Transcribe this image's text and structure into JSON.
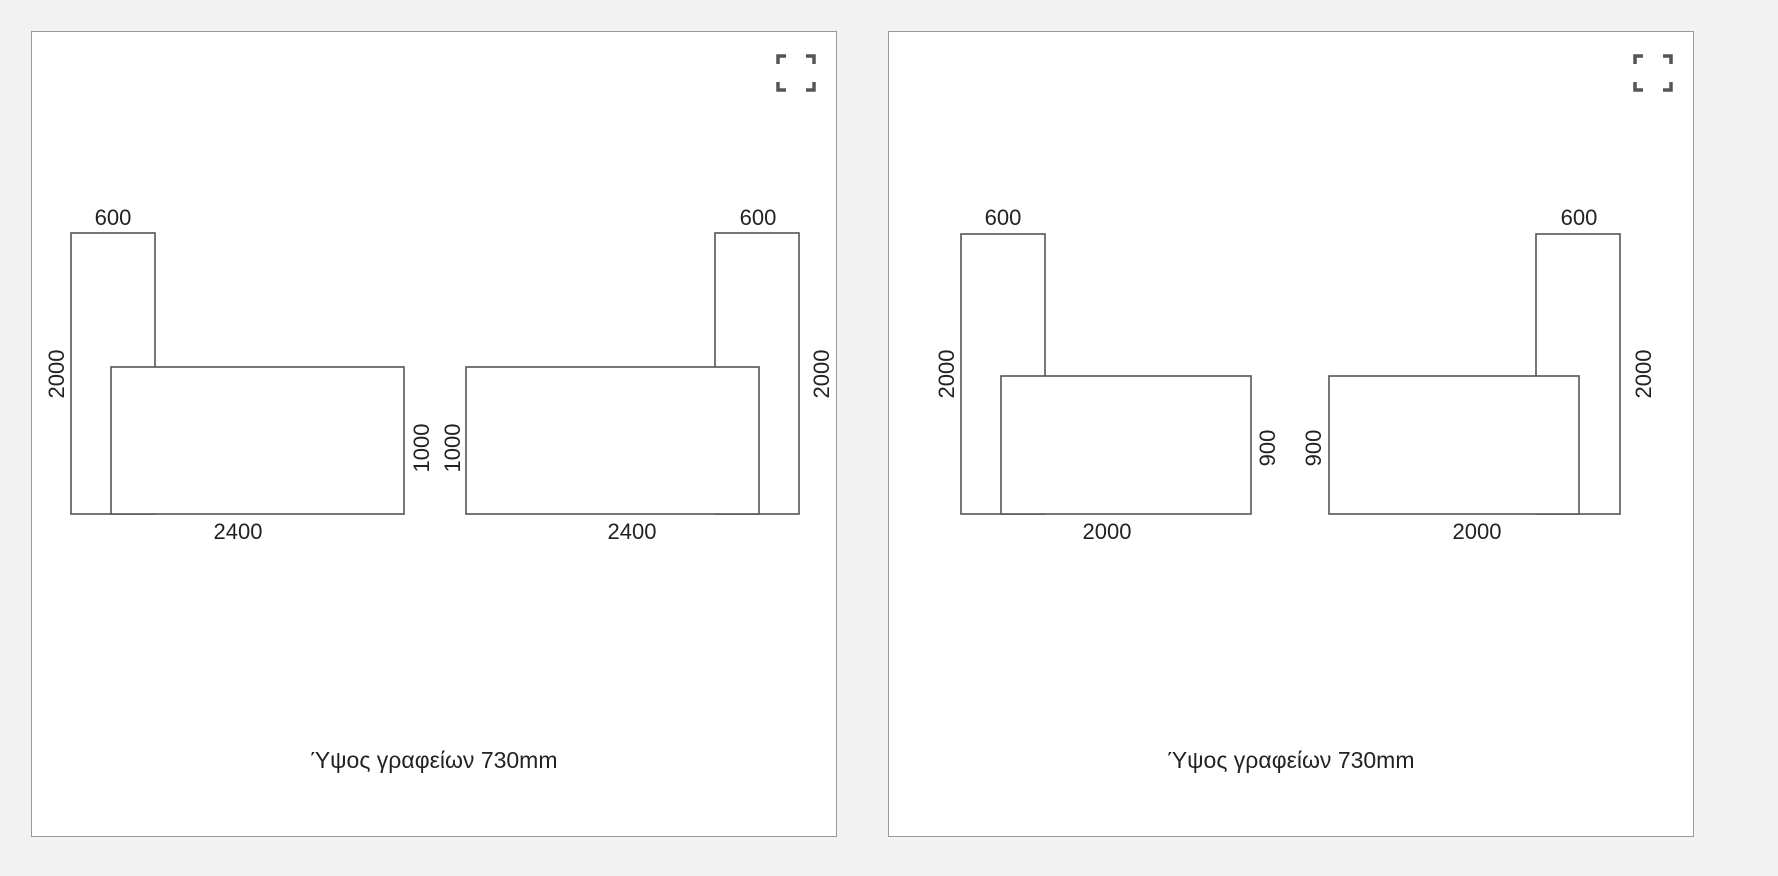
{
  "panels": [
    {
      "caption": "Ύψος γραφείων 730mm",
      "labels": {
        "left_top_width": "600",
        "left_height": "2000",
        "left_desk_depth": "1000",
        "left_desk_width": "2400",
        "right_top_width": "600",
        "right_height": "2000",
        "right_desk_depth": "1000",
        "right_desk_width": "2400"
      },
      "expand_icon": "fullscreen-icon"
    },
    {
      "caption": "Ύψος γραφείων 730mm",
      "labels": {
        "left_top_width": "600",
        "left_height": "2000",
        "left_desk_depth": "900",
        "left_desk_width": "2000",
        "right_top_width": "600",
        "right_height": "2000",
        "right_desk_depth": "900",
        "right_desk_width": "2000"
      },
      "expand_icon": "fullscreen-icon"
    }
  ]
}
